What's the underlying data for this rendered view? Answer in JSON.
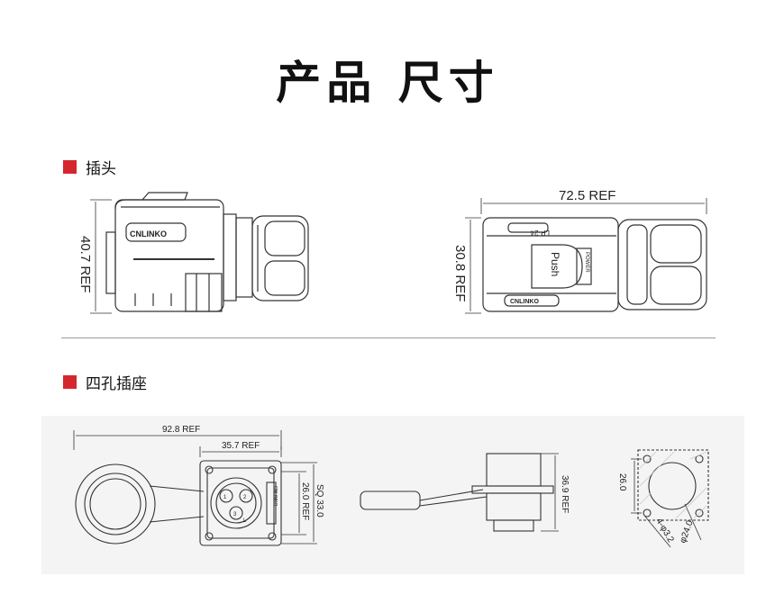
{
  "page_title": "产品 尺寸",
  "sections": {
    "plug": {
      "title": "插头"
    },
    "socket": {
      "title": "四孔插座"
    }
  },
  "plug_side": {
    "logo": "CNLINKO",
    "dim_height": "40.7 REF"
  },
  "plug_top": {
    "dim_length": "72.5 REF",
    "dim_height": "30.8 REF",
    "model_mark": "LP-24",
    "push_label": "Push",
    "power_label": "POWER",
    "logo": "CNLINKO"
  },
  "socket_front": {
    "dim_total": "92.8 REF",
    "dim_flange": "35.7 REF",
    "dim_square": "SQ 33.0",
    "dim_hole": "26.0 REF",
    "logo": "CNLINKO",
    "pins": [
      "1",
      "2",
      "3",
      "L"
    ]
  },
  "socket_side": {
    "dim_height": "36.9 REF"
  },
  "panel_cutout": {
    "dim_spacing": "26.0",
    "dim_holes": "4-φ3.2",
    "dim_diameter": "φ24.0"
  },
  "colors": {
    "accent": "#d6262d",
    "line": "#333333"
  }
}
